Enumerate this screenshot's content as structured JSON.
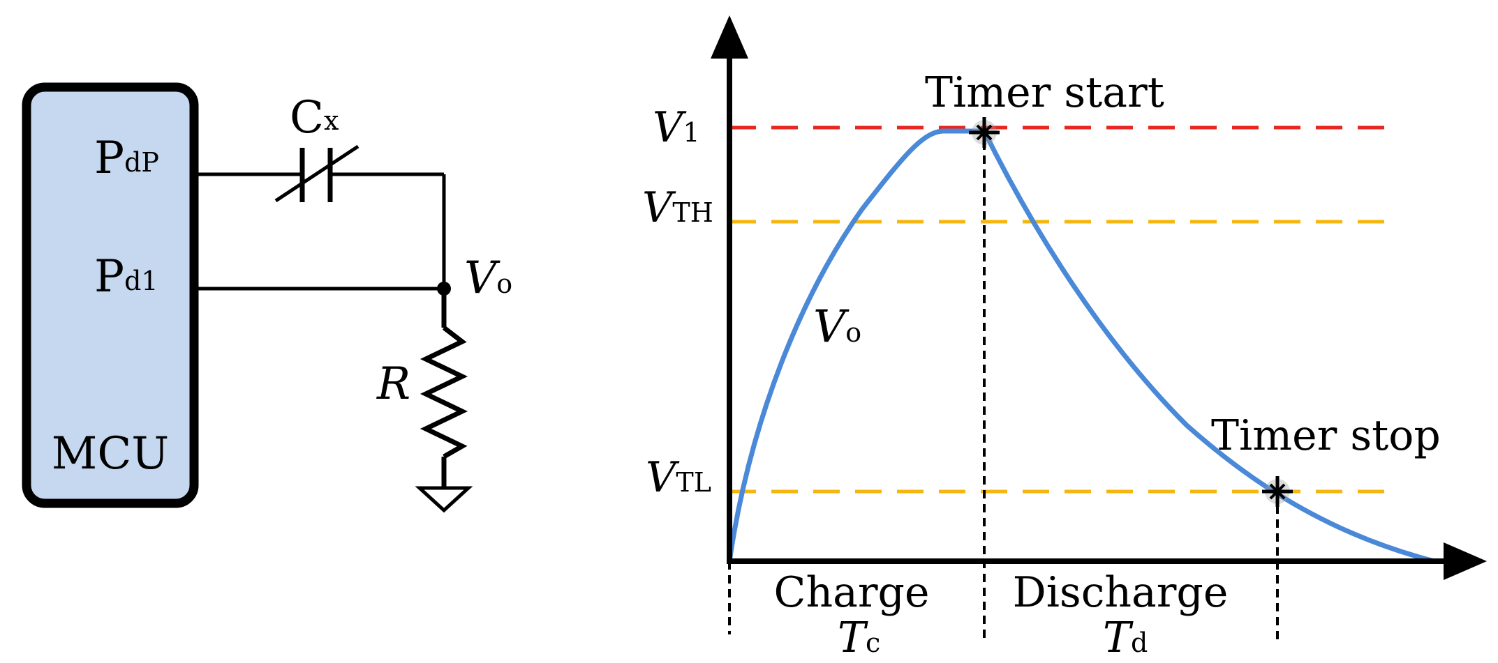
{
  "circuit": {
    "mcu_label": "MCU",
    "pin_dp": {
      "main": "P",
      "sub": "dP"
    },
    "pin_d1": {
      "main": "P",
      "sub": "d1"
    },
    "capacitor": {
      "main": "C",
      "sub": "x"
    },
    "resistor": "R",
    "node_vo": {
      "main": "V",
      "sub": "o"
    }
  },
  "graph": {
    "levels": [
      {
        "main": "V",
        "sub": "1",
        "color": "#e8251f"
      },
      {
        "main": "V",
        "sub": "TH",
        "color": "#f5b70f"
      },
      {
        "main": "V",
        "sub": "TL",
        "color": "#f5b70f"
      }
    ],
    "curve_label": {
      "main": "V",
      "sub": "o"
    },
    "timer_start": "Timer start",
    "timer_stop": "Timer stop",
    "charge": {
      "label": "Charge",
      "t_main": "T",
      "t_sub": "c"
    },
    "discharge": {
      "label": "Discharge",
      "t_main": "T",
      "t_sub": "d"
    },
    "curve_color": "#4a88d8",
    "mcu_fill": "#c5d8ef"
  }
}
